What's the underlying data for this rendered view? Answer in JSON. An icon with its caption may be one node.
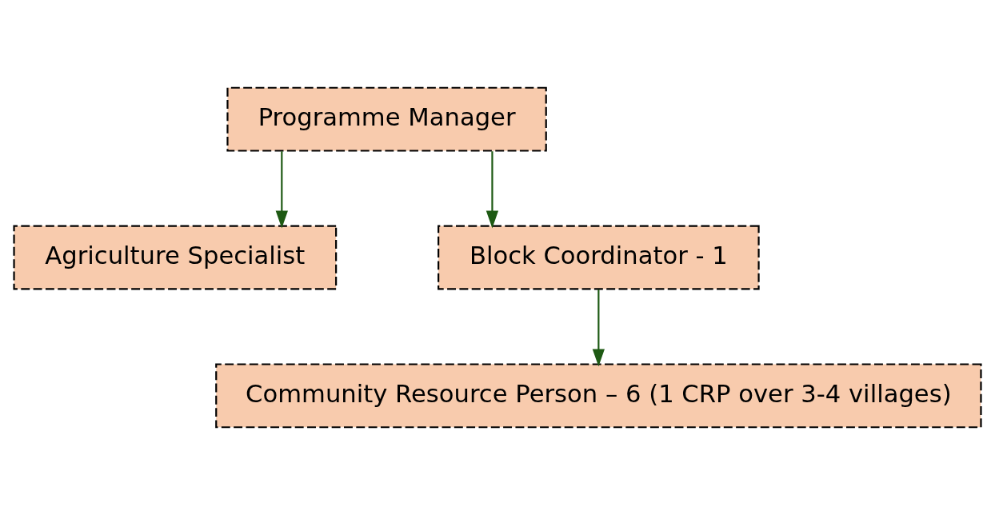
{
  "diagram": {
    "nodes": [
      {
        "text": [
          "Programme Manager"
        ]
      },
      {
        "text": [
          "Agriculture Specialist"
        ]
      },
      {
        "text": [
          "Block Coordinator - 1"
        ]
      },
      {
        "text": [
          "Community Resource Person – 6 (1 CRP over 3-4 villages)"
        ]
      }
    ],
    "edges": [
      {
        "from": 0,
        "to": 1,
        "arrow": "to"
      },
      {
        "from": 0,
        "to": 2,
        "arrow": "to"
      },
      {
        "from": 2,
        "to": 3,
        "arrow": "to"
      }
    ]
  }
}
